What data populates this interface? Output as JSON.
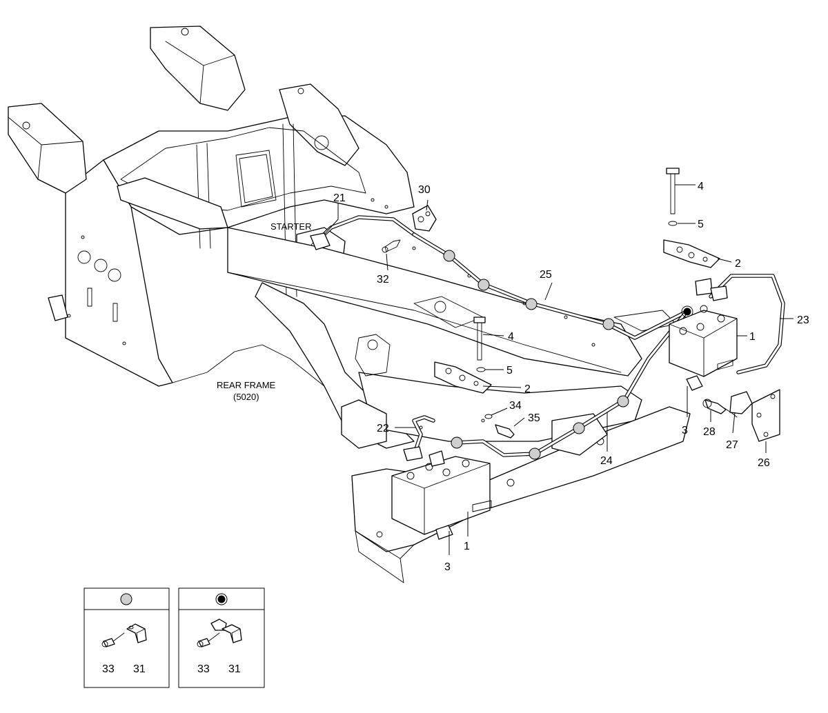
{
  "labels": {
    "p1a": "1",
    "p1b": "1",
    "p2a": "2",
    "p2b": "2",
    "p3a": "3",
    "p3b": "3",
    "p4a": "4",
    "p4b": "4",
    "p5a": "5",
    "p5b": "5",
    "p21": "21",
    "p22": "22",
    "p23": "23",
    "p24": "24",
    "p25": "25",
    "p26": "26",
    "p27": "27",
    "p28": "28",
    "p30": "30",
    "p32": "32",
    "p34": "34",
    "p35": "35",
    "starter": "STARTER",
    "rear_frame": "REAR FRAME",
    "rear_frame_code": "(5020)"
  },
  "legend": {
    "shaded": {
      "bolt": "33",
      "clamp": "31"
    },
    "solid": {
      "bolt": "33",
      "clamp": "31"
    }
  }
}
